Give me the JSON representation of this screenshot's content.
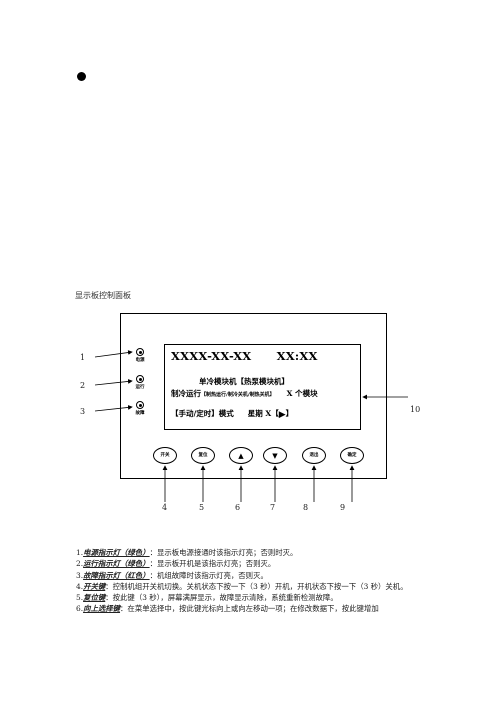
{
  "caption": "显示板控制面板",
  "lcd": {
    "date_time": "XXXX-XX-XX      XX:XX",
    "unit_line": "单冷模块机【热泵模块机】",
    "run_label": "制冷运行",
    "run_states": "【制热运行/制冷关机/制热关机】",
    "module_count": "X 个模块",
    "mode": "【手动/定时】模式",
    "weekday": "星期 X",
    "bracket_open": "【",
    "play_icon": "▶",
    "bracket_close": "】"
  },
  "indicators": [
    {
      "icon": "indicator-lamp-icon",
      "label": "电源"
    },
    {
      "icon": "indicator-lamp-icon",
      "label": "运行"
    },
    {
      "icon": "indicator-lamp-icon",
      "label": "故障"
    }
  ],
  "buttons": [
    {
      "label": "开关"
    },
    {
      "label": "复位"
    },
    {
      "label": "▲",
      "icon": "up-triangle-icon"
    },
    {
      "label": "▼",
      "icon": "down-triangle-icon"
    },
    {
      "label": "退出"
    },
    {
      "label": "确定"
    }
  ],
  "callouts": [
    "1",
    "2",
    "3",
    "4",
    "5",
    "6",
    "7",
    "8",
    "9",
    "10"
  ],
  "items": [
    {
      "num": "1.",
      "term": "电源指示灯（绿色）",
      "text": "：显示板电源接通时该指示灯亮；否则时灭。"
    },
    {
      "num": "2.",
      "term": "运行指示灯（绿色）",
      "text": "：显示板开机是该指示灯亮；否则灭。"
    },
    {
      "num": "3.",
      "term": "故障指示灯（红色）",
      "text": "：机组故障时该指示灯亮，否则灭。"
    },
    {
      "num": "4.",
      "term": "开关键",
      "text": "：控制机组开关机切换。关机状态下按一下（3 秒）开机，开机状态下按一下（3 秒）关机。"
    },
    {
      "num": "5.",
      "term": "复位键",
      "text": "：按此键（3 秒），屏幕满屏显示，故障显示清除，系统重新检测故障。"
    },
    {
      "num": "6.",
      "term": "向上选择键",
      "text": "：在菜单选择中，按此键光标向上或向左移动一项；在修改数据下，按此键增加"
    }
  ]
}
